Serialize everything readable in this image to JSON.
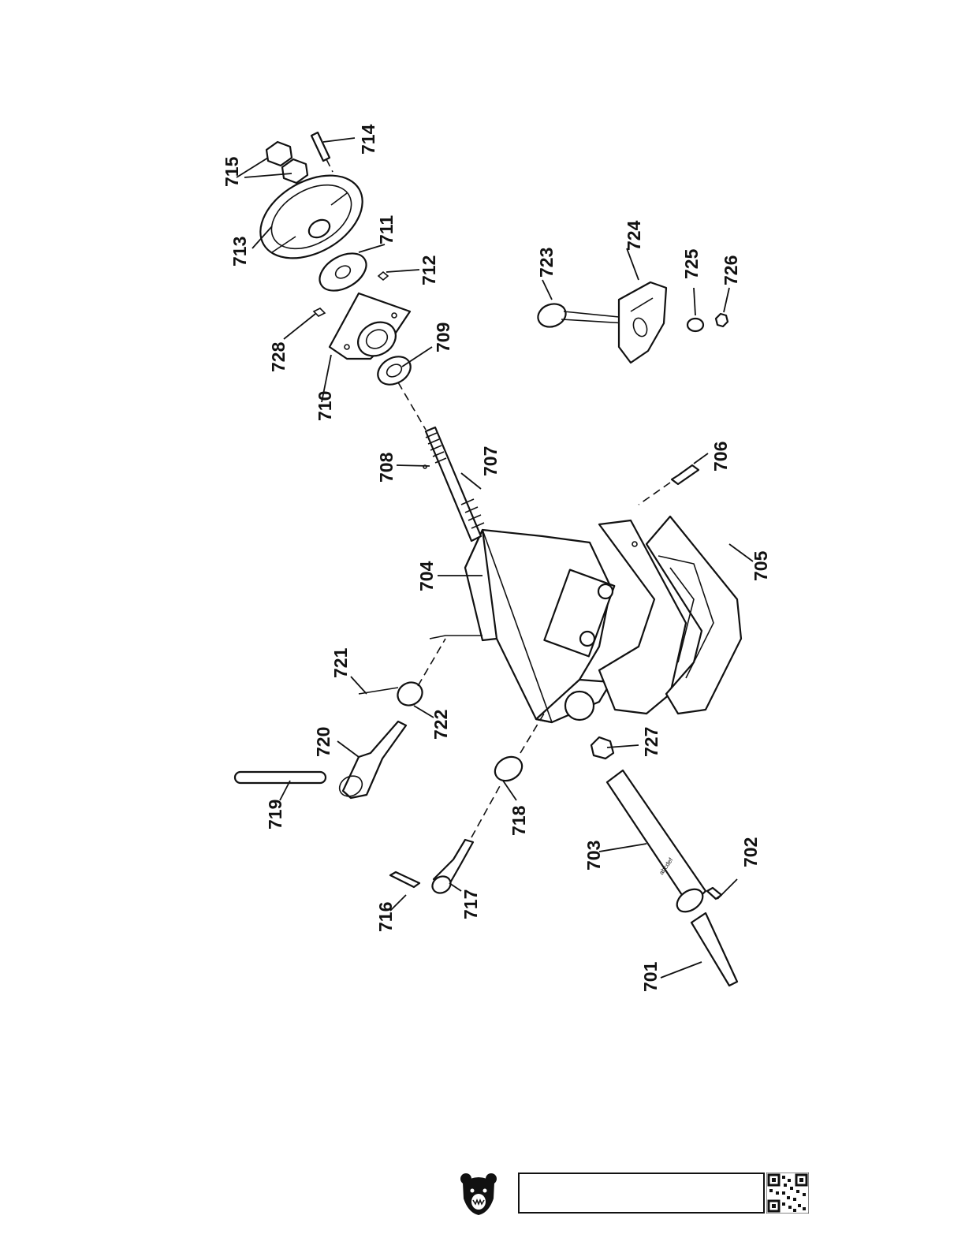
{
  "title": "",
  "parts": {
    "p701": "701",
    "p702": "702",
    "p703": "703",
    "p704": "704",
    "p705": "705",
    "p706": "706",
    "p707": "707",
    "p708": "708",
    "p709": "709",
    "p710": "710",
    "p711": "711",
    "p712": "712",
    "p713": "713",
    "p714": "714",
    "p715": "715",
    "p716": "716",
    "p717": "717",
    "p718": "718",
    "p719": "719",
    "p720": "720",
    "p721": "721",
    "p722": "722",
    "p723": "723",
    "p724": "724",
    "p725": "725",
    "p726": "726",
    "p727": "727",
    "p728": "728"
  },
  "footer": {
    "text": ""
  },
  "icons": {
    "logo": "grizzly-bear-logo-icon",
    "qr": "qr-code-icon"
  },
  "colors": {
    "ink": "#111111",
    "paper": "#ffffff"
  }
}
